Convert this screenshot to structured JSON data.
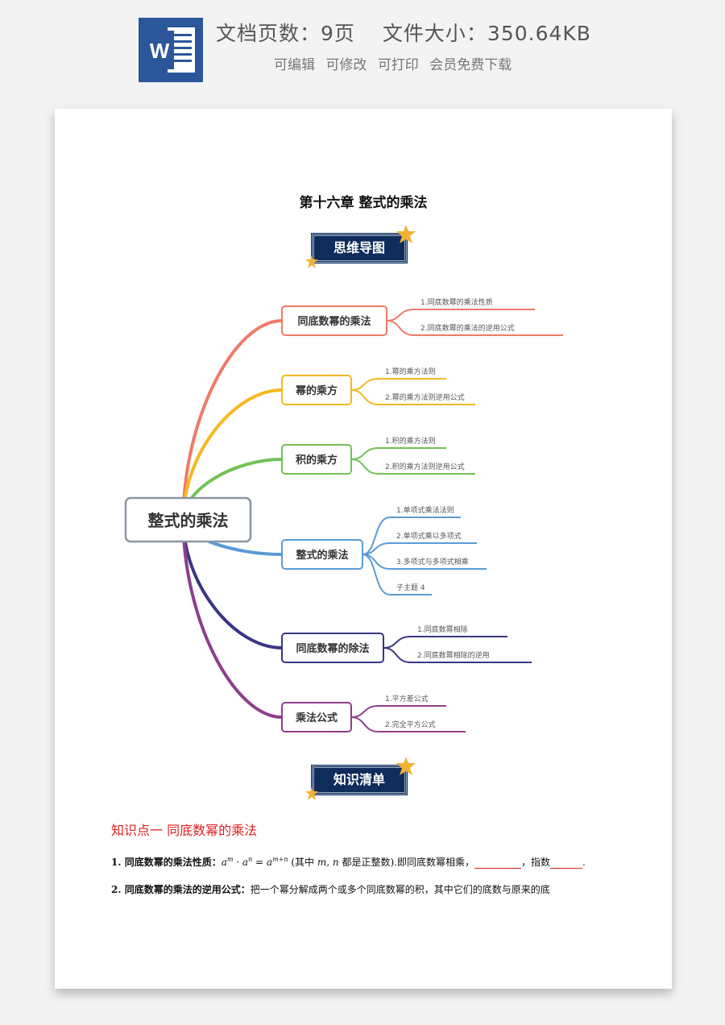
{
  "header": {
    "pages_label": "文档页数：9页",
    "size_label": "文件大小：350.64KB",
    "features": [
      "可编辑",
      "可修改",
      "可打印",
      "会员免费下载"
    ],
    "icon": "word-document-icon",
    "icon_letter": "W",
    "accent": "#2b579a"
  },
  "doc": {
    "title": "第十六章 整式的乘法",
    "banner1": "思维导图",
    "banner2": "知识清单"
  },
  "mindmap": {
    "root": "整式的乘法",
    "branches": [
      {
        "label": "同底数幂的乘法",
        "color": "#f07a68",
        "children": [
          "1.同底数幂的乘法性质",
          "2.同底数幂的乘法的逆用公式"
        ]
      },
      {
        "label": "幂的乘方",
        "color": "#f5b820",
        "children": [
          "1.幂的乘方法则",
          "2.幂的乘方法则逆用公式"
        ]
      },
      {
        "label": "积的乘方",
        "color": "#72c255",
        "children": [
          "1.积的乘方法则",
          "2.积的乘方法则逆用公式"
        ]
      },
      {
        "label": "整式的乘法",
        "color": "#5b9bd5",
        "children": [
          "1.单项式乘法法则",
          "2.单项式乘以多项式",
          "3.多项式与多项式相乘",
          "子主题 4"
        ]
      },
      {
        "label": "同底数幂的除法",
        "color": "#3a3685",
        "children": [
          "1.同底数幂相除",
          "2.同底数幂相除的逆用"
        ]
      },
      {
        "label": "乘法公式",
        "color": "#8e3e8e",
        "children": [
          "1.平方差公式",
          "2.完全平方公式"
        ]
      }
    ]
  },
  "knowledge": {
    "point1_title": "知识点一  同底数幂的乘法",
    "p1_label": "1. 同底数幂的乘法性质：",
    "p1_formula_a": "a",
    "p1_formula_m": "m",
    "p1_formula_n": "n",
    "p1_formula_mn": "m+n",
    "p1_mid": "(其中",
    "p1_vars": "m,  n",
    "p1_rest": "都是正整数).即同底数幂相乘，",
    "p1_exp": "，指数",
    "p1_end": ".",
    "p2_label": "2. 同底数幂的乘法的逆用公式：",
    "p2_text": "把一个幂分解成两个或多个同底数幂的积，其中它们的底数与原来的底"
  }
}
